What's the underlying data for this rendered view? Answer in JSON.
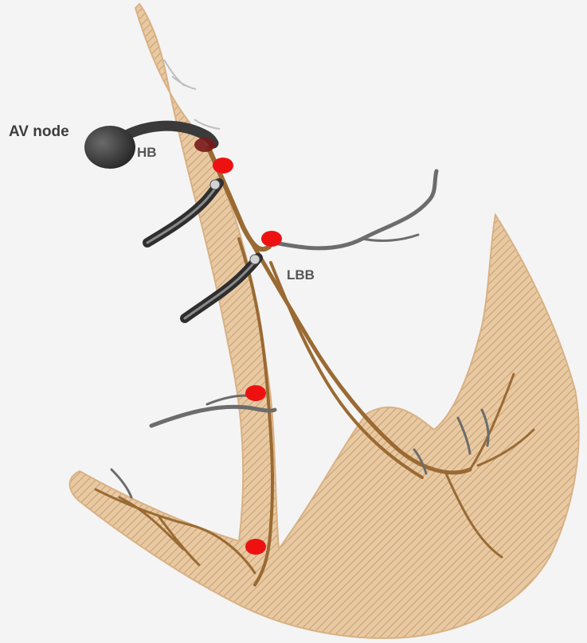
{
  "labels": {
    "av_node": "AV node",
    "his_bundle": "HB",
    "left_bundle_branch": "LBB"
  },
  "colors": {
    "background": "#f4f4f4",
    "tissue": "#e8c9a2",
    "tissue_stripe": "#c9a276",
    "conduction": "#9a6a33",
    "lead": "#2e2e2e",
    "nerve": "#6c6c6c",
    "pacing_site": "#ee1111"
  },
  "icons": {
    "pacing_site": "red-dot-icon",
    "pacing_lead": "lead-icon",
    "av_node": "av-node-shape"
  }
}
